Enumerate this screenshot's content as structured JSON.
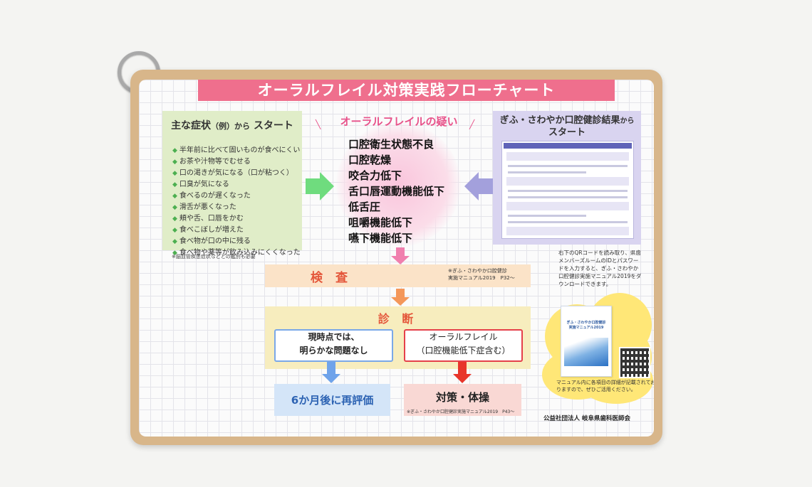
{
  "title": "オーラルフレイル対策実践フローチャート",
  "symptoms": {
    "heading_main": "主な症状",
    "heading_small": "（例）から",
    "heading_end": "スタート",
    "items": [
      "半年前に比べて固いものが食べにくい",
      "お茶や汁物等でむせる",
      "口の渇きが気になる（口が粘つく）",
      "口臭が気になる",
      "食べるのが遅くなった",
      "滑舌が悪くなった",
      "頬や舌、口唇をかむ",
      "食べこぼしが増えた",
      "食べ物が口の中に残る",
      "食べ物や薬等が飲み込みにくくなった"
    ],
    "note": "※脳血管疾患症状などとの鑑別も必要"
  },
  "suspicion": {
    "title": "オーラルフレイルの疑い",
    "items": [
      "口腔衛生状態不良",
      "口腔乾燥",
      "咬合力低下",
      "舌口唇運動機能低下",
      "低舌圧",
      "咀嚼機能低下",
      "嚥下機能低下"
    ]
  },
  "results": {
    "heading_main": "ぎふ・さわやか口腔健診結果",
    "heading_small": "から",
    "heading_end": "スタート",
    "note": "右下のQRコードを読み取り、県歯メンバーズルームのIDとパスワードを入力すると、ぎふ・さわやか口腔健診実施マニュアル2019をダウンロードできます。"
  },
  "test": {
    "label": "検 査",
    "note_line1": "※ぎふ・さわやか口腔健診",
    "note_line2": "実施マニュアル2019　P32〜"
  },
  "diagnosis": {
    "label": "診 断",
    "left_line1": "現時点では、",
    "left_line2": "明らかな問題なし",
    "right_line1": "オーラルフレイル",
    "right_line2": "（口腔機能低下症含む）"
  },
  "reeval": {
    "label": "6か月後に再評価"
  },
  "measures": {
    "label": "対策・体操",
    "note": "※ぎふ・さわやか口腔健診実施マニュアル2019　P43〜"
  },
  "manual": {
    "title_line1": "ぎふ・さわやか口腔健診",
    "title_line2": "実施マニュアル2019",
    "note": "マニュアル内に各項目の詳細が記載されておりますので、ぜひご活用ください。"
  },
  "organization": "公益社団法人 岐阜県歯科医師会",
  "colors": {
    "title_bar": "#ef6f8d",
    "accent_red": "#e4573b",
    "pink": "#e8528a",
    "green_arrow": "#6fdc7e",
    "purple_arrow": "#a3a0dc",
    "blue": "#2d63b3"
  }
}
